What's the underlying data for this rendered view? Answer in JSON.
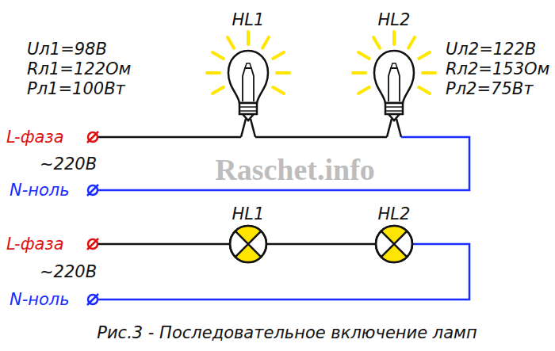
{
  "diagram": {
    "caption": "Рис.3 - Последовательное включение ламп",
    "labels": [
      "HL1",
      "HL2",
      "Uл1=98В",
      "Rл1=122Ом",
      "Рл1=100Вт",
      "Uл2=122В",
      "Rл2=153Ом",
      "Рл2=75Вт",
      "L-фаза",
      "~220В",
      "N-ноль",
      "Raschet.info",
      "HL1",
      "HL2",
      "L-фаза",
      "~220В",
      "N-ноль"
    ]
  }
}
